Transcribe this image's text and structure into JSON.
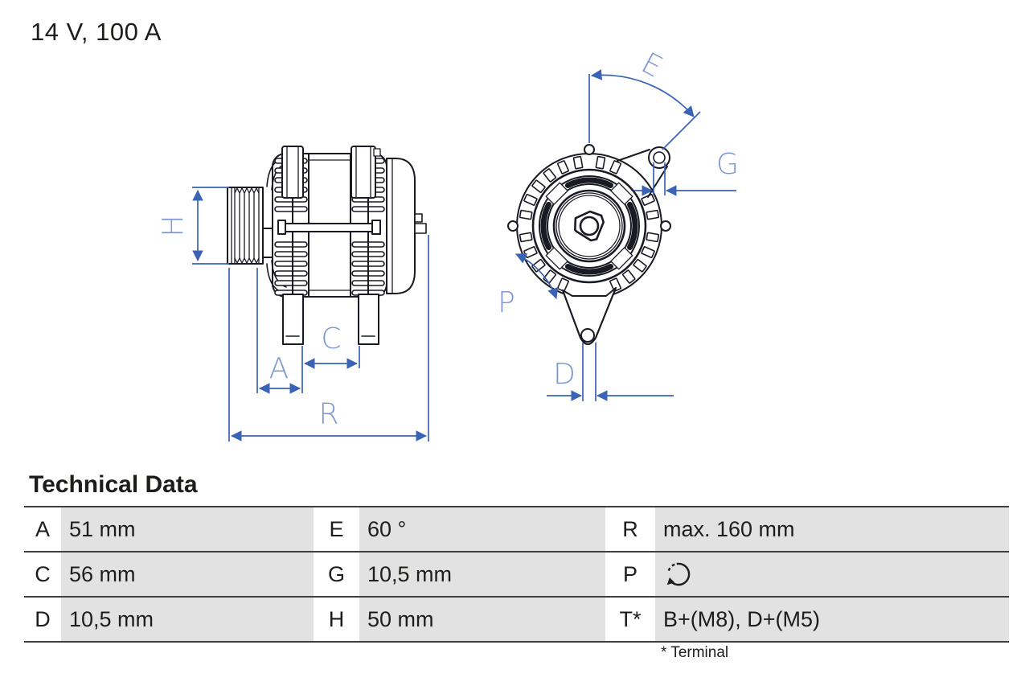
{
  "title": "14 V, 100 A",
  "diagram": {
    "side_view": {
      "h": "H",
      "a": "A",
      "c": "C",
      "r": "R"
    },
    "front_view": {
      "e": "E",
      "g": "G",
      "p": "P",
      "d": "D"
    },
    "colors": {
      "outline": "#1a1a24",
      "dimension_line": "#3a63b5",
      "dimension_label": "#7e97d3"
    }
  },
  "technical_data": {
    "heading": "Technical Data",
    "footnote": "* Terminal",
    "rows": [
      {
        "c1": {
          "key": "A",
          "value": "51 mm"
        },
        "c2": {
          "key": "E",
          "value": "60 °"
        },
        "c3": {
          "key": "R",
          "value": "max. 160 mm"
        }
      },
      {
        "c1": {
          "key": "C",
          "value": "56 mm"
        },
        "c2": {
          "key": "G",
          "value": "10,5 mm"
        },
        "c3": {
          "key": "P",
          "value": "",
          "icon": "rotation-direction"
        }
      },
      {
        "c1": {
          "key": "D",
          "value": "10,5 mm"
        },
        "c2": {
          "key": "H",
          "value": "50 mm"
        },
        "c3": {
          "key": "T*",
          "value": "B+(M8), D+(M5)"
        }
      }
    ]
  }
}
